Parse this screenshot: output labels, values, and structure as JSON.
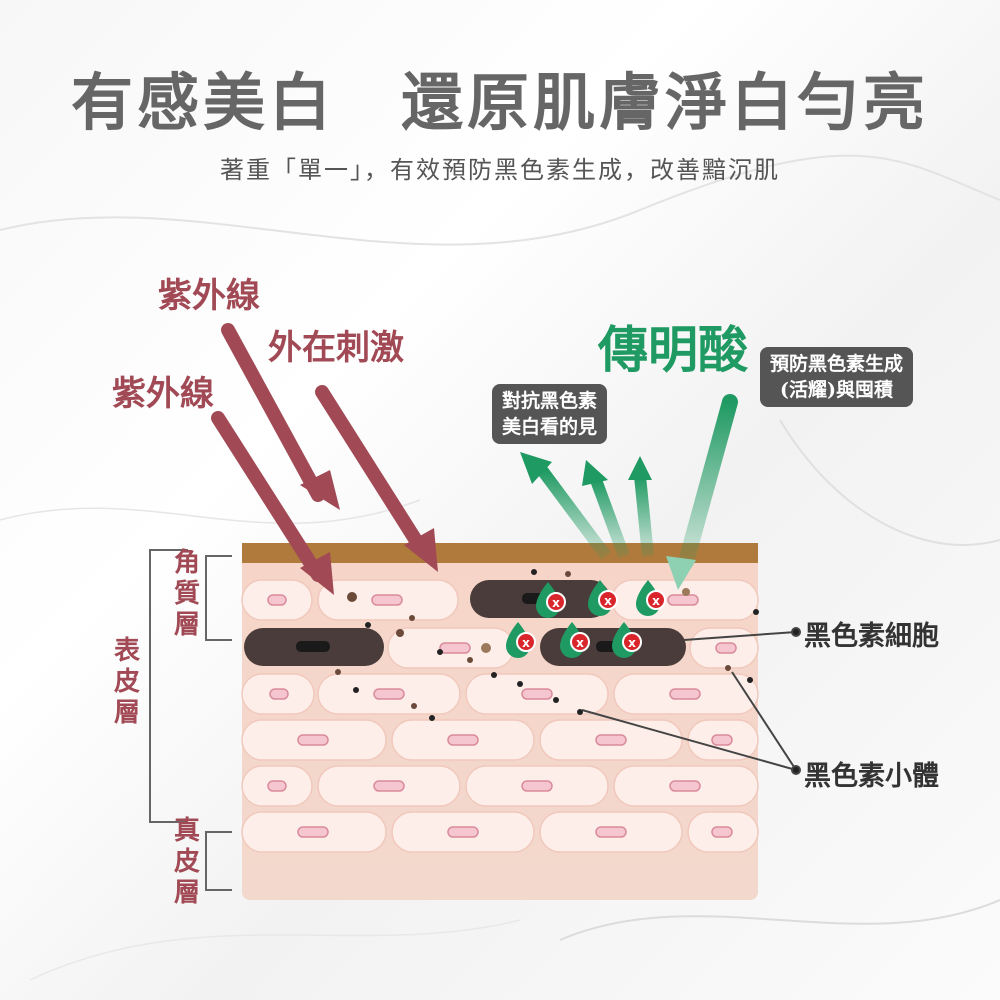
{
  "header": {
    "title": "有感美白　還原肌膚淨白勻亮",
    "subtitle": "著重「單一」，有效預防黑色素生成，改善黯沉肌"
  },
  "labels": {
    "uv_top": "紫外線",
    "uv_left": "紫外線",
    "external": "外在刺激",
    "tranexamic": "傳明酸",
    "box_whitening": [
      "對抗黑色素",
      "美白看的見"
    ],
    "box_prevent": [
      "預防黑色素生成",
      "(活耀)與囤積"
    ],
    "melanocyte": "黑色素細胞",
    "melanosome": "黑色素小體",
    "layer_stratum_corneum": [
      "角",
      "質",
      "層"
    ],
    "layer_epidermis": [
      "表",
      "皮",
      "層"
    ],
    "layer_dermis": [
      "真",
      "皮",
      "層"
    ]
  },
  "colors": {
    "uv_arrow": "#a14a55",
    "green_arrow": "#1f9a62",
    "skin_top": "#b07a3c",
    "cell_fill": "#fbe3dc",
    "melanocyte": "#4a3c3a"
  }
}
